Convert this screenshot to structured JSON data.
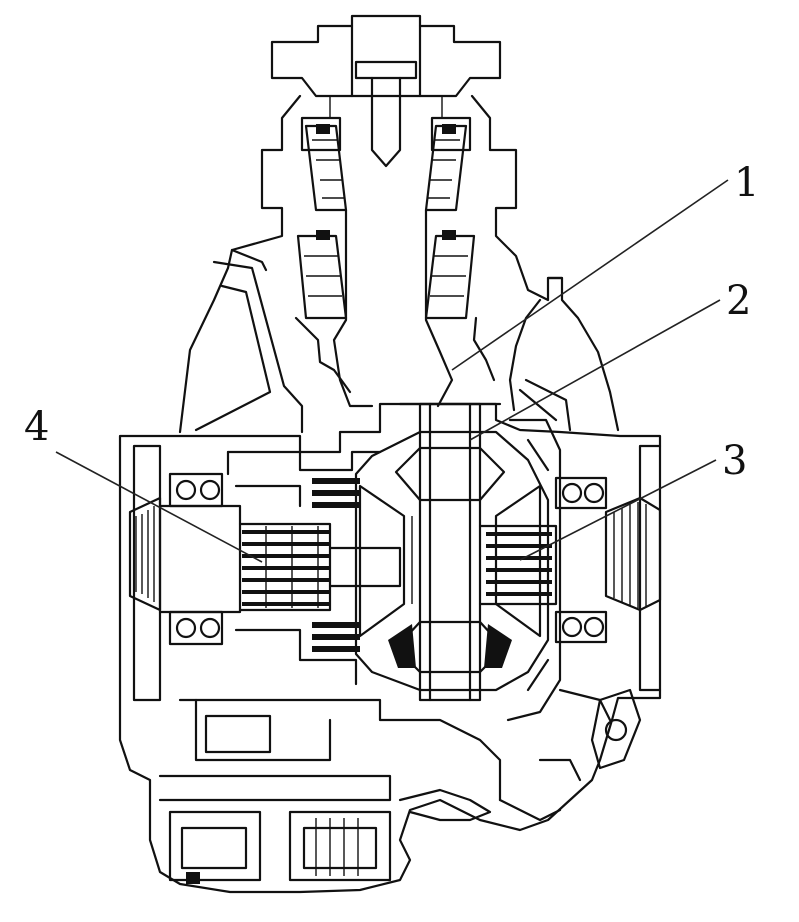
{
  "figure": {
    "callouts": [
      {
        "id": "1",
        "label": "1"
      },
      {
        "id": "2",
        "label": "2"
      },
      {
        "id": "3",
        "label": "3"
      },
      {
        "id": "4",
        "label": "4"
      }
    ],
    "colors": {
      "ink": "#111111",
      "background": "#ffffff"
    }
  }
}
